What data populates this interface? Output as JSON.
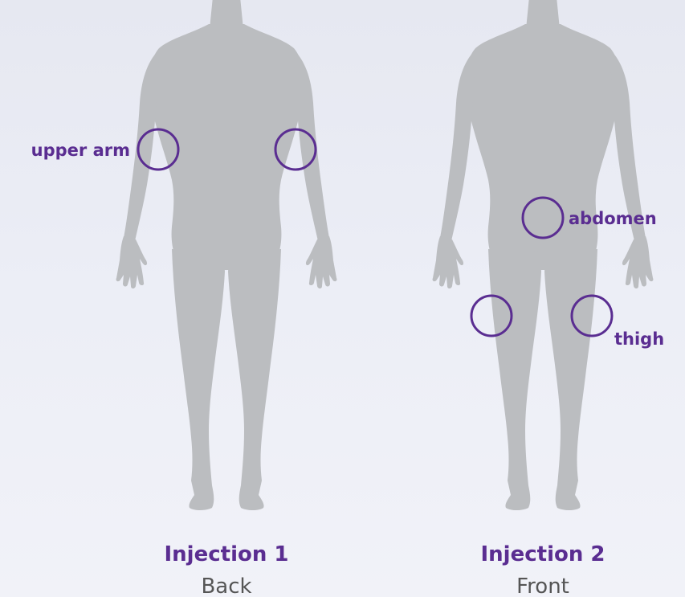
{
  "colors": {
    "accent": "#5a2d91",
    "silhouette": "#bbbdc0",
    "caption": "#555555"
  },
  "figures": [
    {
      "title": "Injection 1",
      "view": "Back",
      "site_labels": [
        "upper arm"
      ]
    },
    {
      "title": "Injection 2",
      "view": "Front",
      "site_labels": [
        "abdomen",
        "thigh"
      ]
    }
  ]
}
